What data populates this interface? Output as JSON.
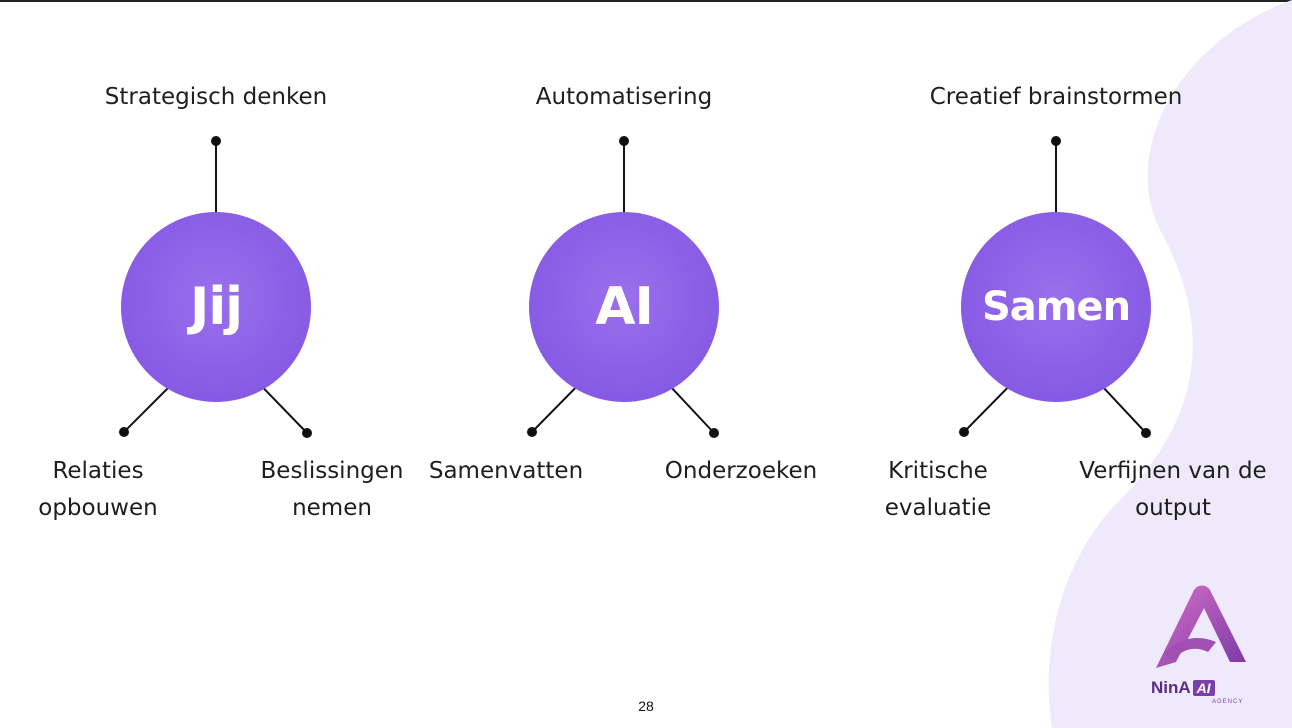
{
  "slide": {
    "page_number": "28",
    "colors": {
      "circle": "#8b5fe6",
      "background_blob": "#efeafb",
      "text": "#1e1e1e"
    }
  },
  "groups": [
    {
      "circle_label": "Jij",
      "top": "Strategisch denken",
      "bottom_left": "Relaties opbouwen",
      "bottom_right": "Beslissingen nemen"
    },
    {
      "circle_label": "AI",
      "top": "Automatisering",
      "bottom_left": "Samenvatten",
      "bottom_right": "Onderzoeken"
    },
    {
      "circle_label": "Samen",
      "top": "Creatief brainstormen",
      "bottom_left": "Kritische evaluatie",
      "bottom_right": "Verfijnen van de output"
    }
  ],
  "logo": {
    "name": "NinA",
    "badge": "AI",
    "tagline": "AGENCY",
    "icon": "nina-a-logo-icon"
  }
}
